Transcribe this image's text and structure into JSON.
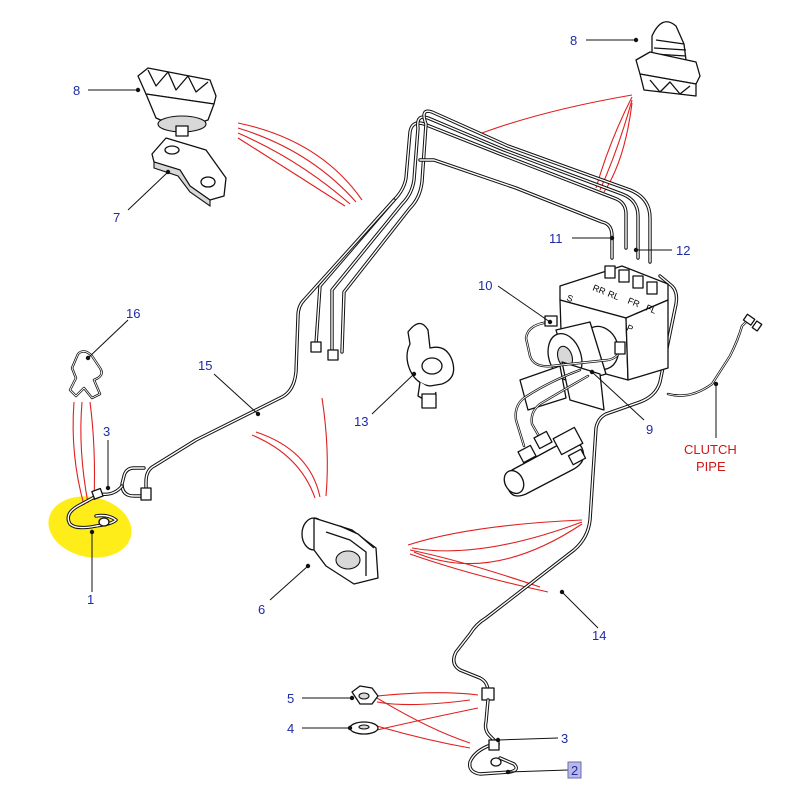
{
  "callouts": [
    {
      "id": "c1",
      "text": "1"
    },
    {
      "id": "c2",
      "text": "2"
    },
    {
      "id": "c3a",
      "text": "3"
    },
    {
      "id": "c3b",
      "text": "3"
    },
    {
      "id": "c4",
      "text": "4"
    },
    {
      "id": "c5",
      "text": "5"
    },
    {
      "id": "c6",
      "text": "6"
    },
    {
      "id": "c7",
      "text": "7"
    },
    {
      "id": "c8a",
      "text": "8"
    },
    {
      "id": "c8b",
      "text": "8"
    },
    {
      "id": "c9",
      "text": "9"
    },
    {
      "id": "c10",
      "text": "10"
    },
    {
      "id": "c11",
      "text": "11"
    },
    {
      "id": "c12",
      "text": "12"
    },
    {
      "id": "c13",
      "text": "13"
    },
    {
      "id": "c14",
      "text": "14"
    },
    {
      "id": "c15",
      "text": "15"
    },
    {
      "id": "c16",
      "text": "16"
    }
  ],
  "note": {
    "line1": "CLUTCH",
    "line2": "PIPE"
  },
  "modulator_labels": {
    "s": "S",
    "rr": "RR",
    "rl": "RL",
    "fr": "FR",
    "fl": "FL",
    "p": "P"
  },
  "colors": {
    "callout": "#1e2aa8",
    "note": "#d01818",
    "highlight": "#ffeb00",
    "leader_red": "#e02020",
    "selected_box": "#b9b9e4"
  }
}
